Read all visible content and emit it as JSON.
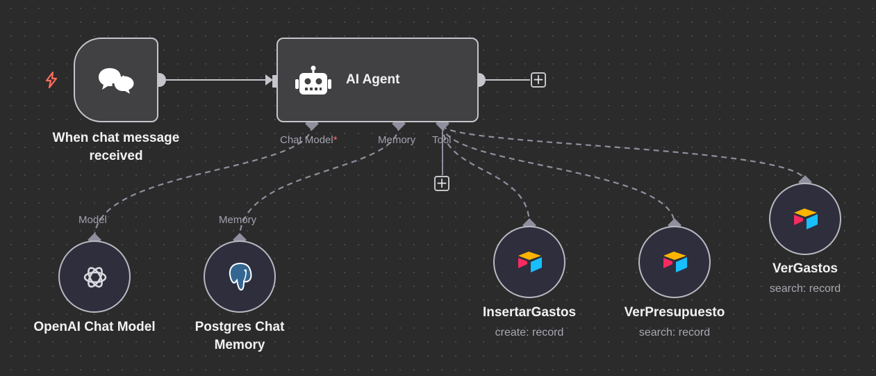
{
  "workflow": {
    "trigger": {
      "title": "When chat message received"
    },
    "agent": {
      "title": "AI Agent",
      "ports": {
        "chat_model": "Chat Model",
        "required_mark": "*",
        "memory": "Memory",
        "tool": "Tool"
      }
    },
    "subnodes": [
      {
        "title": "OpenAI Chat Model",
        "port_label": "Model"
      },
      {
        "title": "Postgres Chat Memory",
        "port_label": "Memory"
      },
      {
        "title": "InsertarGastos",
        "subtitle": "create: record"
      },
      {
        "title": "VerPresupuesto",
        "subtitle": "search: record"
      },
      {
        "title": "VerGastos",
        "subtitle": "search: record"
      }
    ],
    "add_label": "+"
  },
  "colors": {
    "canvas": "#2b2b2b",
    "node_fill": "#414143",
    "node_border": "#c5c5cb",
    "subnode_fill": "#2e2e3d",
    "wire": "#8f8f9e",
    "accent_trigger": "#ff6d5a",
    "required": "#ff6b6b"
  },
  "icons": {
    "trigger": "lightning-icon",
    "chat": "chat-bubbles-icon",
    "agent": "robot-icon",
    "openai": "openai-icon",
    "postgres": "postgres-elephant-icon",
    "airtable": "airtable-icon"
  }
}
